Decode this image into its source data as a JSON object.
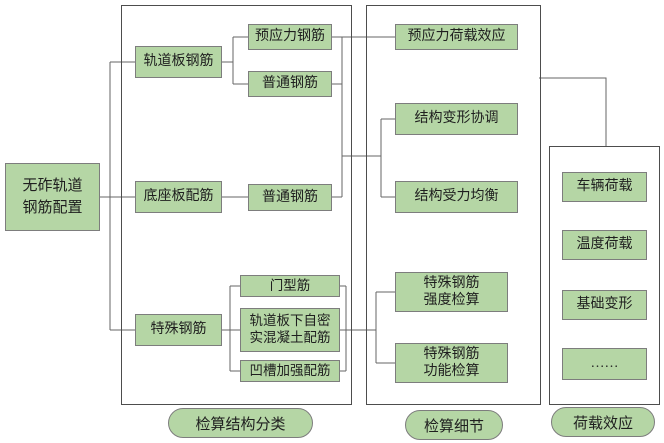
{
  "colors": {
    "node_fill": "#b5d6a5",
    "node_border": "#7d7d7d",
    "container_border": "#4d4d4d",
    "connector": "#666666",
    "text": "#1f1f1f",
    "background": "#ffffff"
  },
  "root_node": {
    "label": "无砟轨道\n钢筋配置"
  },
  "structure_group": {
    "caption": "检算结构分类",
    "level2": [
      {
        "label": "轨道板钢筋"
      },
      {
        "label": "底座板配筋"
      },
      {
        "label": "特殊钢筋"
      }
    ],
    "level3": [
      {
        "label": "预应力钢筋"
      },
      {
        "label": "普通钢筋"
      },
      {
        "label": "普通钢筋"
      },
      {
        "label": "门型筋"
      },
      {
        "label": "轨道板下自密\n实混凝土配筋"
      },
      {
        "label": "凹槽加强配筋"
      }
    ]
  },
  "detail_group": {
    "caption": "检算细节",
    "nodes": [
      {
        "label": "预应力荷载效应"
      },
      {
        "label": "结构变形协调"
      },
      {
        "label": "结构受力均衡"
      },
      {
        "label": "特殊钢筋\n强度检算"
      },
      {
        "label": "特殊钢筋\n功能检算"
      }
    ]
  },
  "load_group": {
    "caption": "荷载效应",
    "nodes": [
      {
        "label": "车辆荷载"
      },
      {
        "label": "温度荷载"
      },
      {
        "label": "基础变形"
      },
      {
        "label": "……"
      }
    ]
  }
}
